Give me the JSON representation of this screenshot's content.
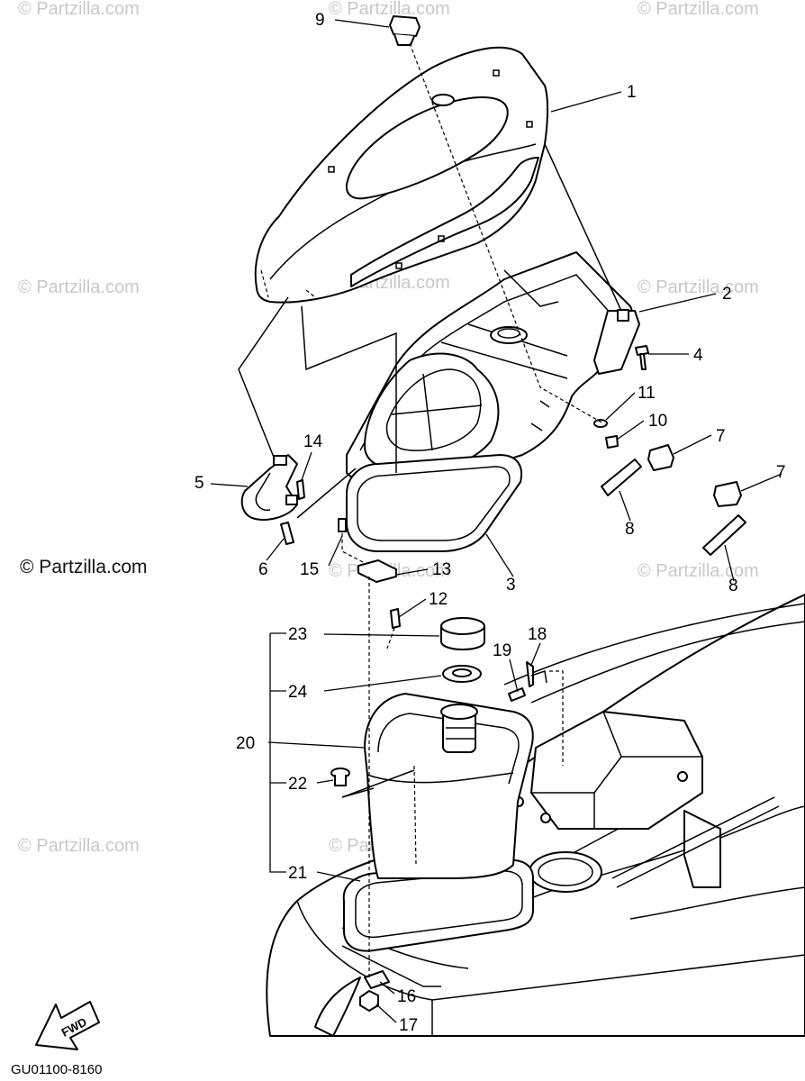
{
  "watermark_text": "© Partzilla.com",
  "diagram_code": "GU01100-8160",
  "fwd_label": "FWD",
  "callouts": {
    "c1": "1",
    "c2": "2",
    "c3": "3",
    "c4": "4",
    "c5": "5",
    "c6": "6",
    "c7a": "7",
    "c7b": "7",
    "c8a": "8",
    "c8b": "8",
    "c9": "9",
    "c10": "10",
    "c11": "11",
    "c12": "12",
    "c13": "13",
    "c14": "14",
    "c15": "15",
    "c16": "16",
    "c17": "17",
    "c18": "18",
    "c19": "19",
    "c20": "20",
    "c21": "21",
    "c22": "22",
    "c23": "23",
    "c24": "24"
  }
}
